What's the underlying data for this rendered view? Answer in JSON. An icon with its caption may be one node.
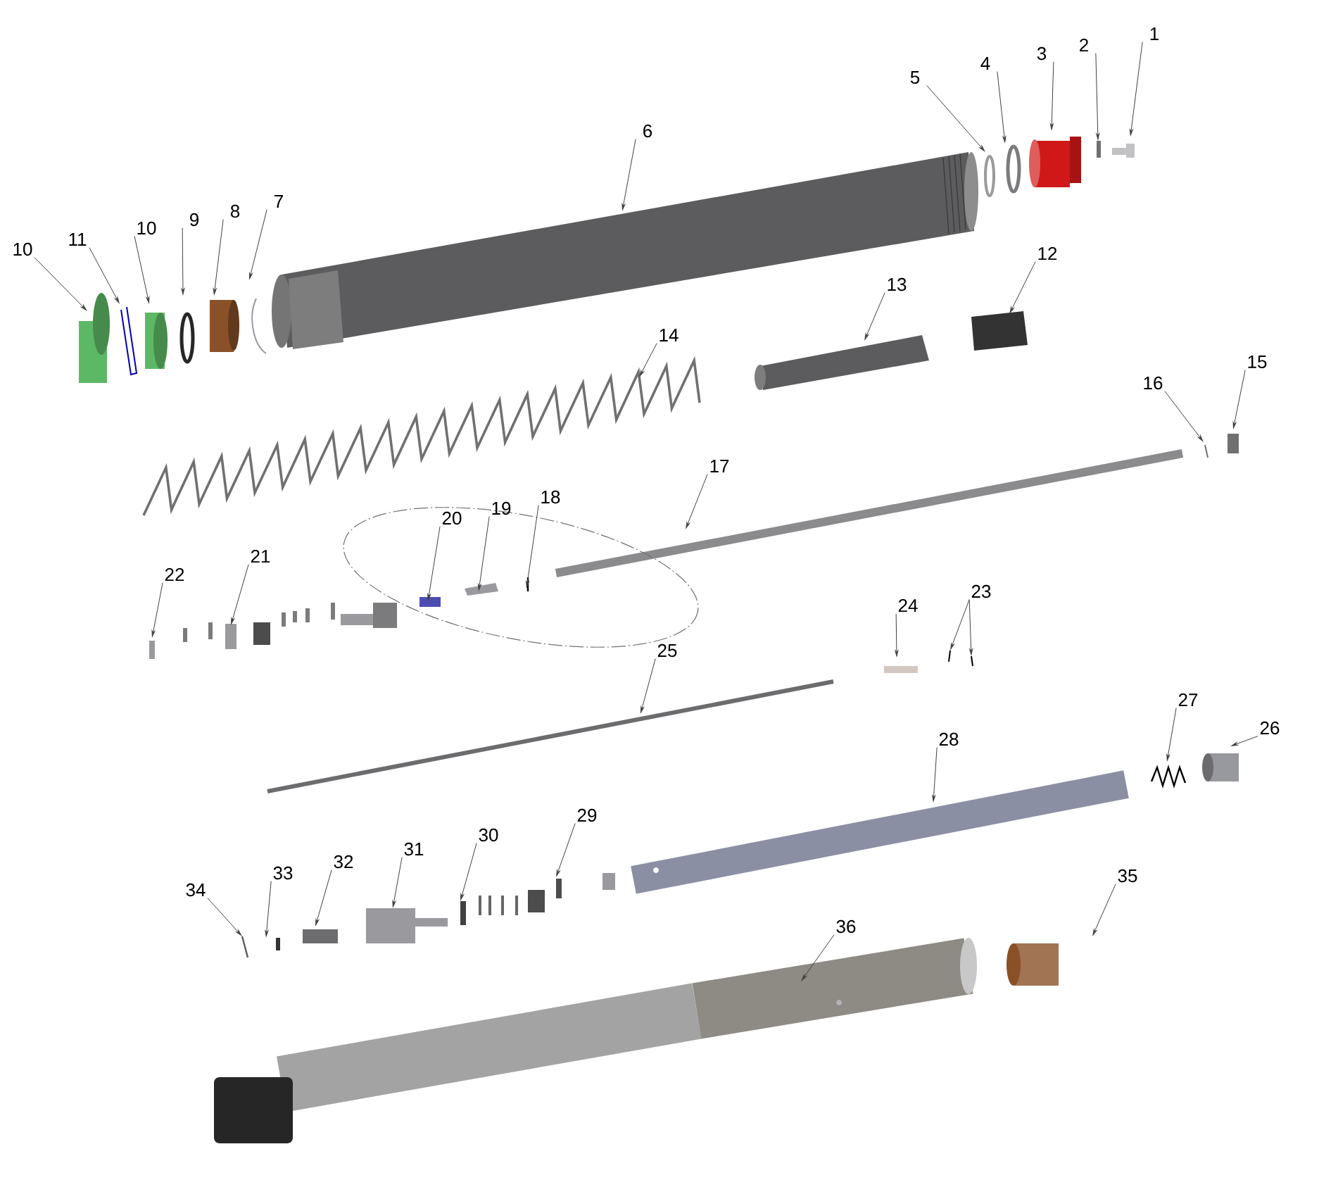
{
  "diagram": {
    "nodes": [
      {
        "text": [
          "1"
        ]
      },
      {
        "text": [
          "2"
        ]
      },
      {
        "text": [
          "3"
        ]
      },
      {
        "text": [
          "4"
        ]
      },
      {
        "text": [
          "5"
        ]
      },
      {
        "text": [
          "6"
        ]
      },
      {
        "text": [
          "7"
        ]
      },
      {
        "text": [
          "8"
        ]
      },
      {
        "text": [
          "9"
        ]
      },
      {
        "text": [
          "10"
        ]
      },
      {
        "text": [
          "11"
        ]
      },
      {
        "text": [
          "10"
        ]
      },
      {
        "text": [
          "12"
        ]
      },
      {
        "text": [
          "13"
        ]
      },
      {
        "text": [
          "14"
        ]
      },
      {
        "text": [
          "15"
        ]
      },
      {
        "text": [
          "16"
        ]
      },
      {
        "text": [
          "17"
        ]
      },
      {
        "text": [
          "18"
        ]
      },
      {
        "text": [
          "19"
        ]
      },
      {
        "text": [
          "20"
        ]
      },
      {
        "text": [
          "21"
        ]
      },
      {
        "text": [
          "22"
        ]
      },
      {
        "text": [
          "23"
        ]
      },
      {
        "text": [
          "24"
        ]
      },
      {
        "text": [
          "25"
        ]
      },
      {
        "text": [
          "26"
        ]
      },
      {
        "text": [
          "27"
        ]
      },
      {
        "text": [
          "28"
        ]
      },
      {
        "text": [
          "29"
        ]
      },
      {
        "text": [
          "30"
        ]
      },
      {
        "text": [
          "31"
        ]
      },
      {
        "text": [
          "32"
        ]
      },
      {
        "text": [
          "33"
        ]
      },
      {
        "text": [
          "34"
        ]
      },
      {
        "text": [
          "35"
        ]
      },
      {
        "text": [
          "36"
        ]
      }
    ],
    "edges": [
      {
        "from": 0,
        "to": null,
        "arrow": "to"
      },
      {
        "from": 1,
        "to": null,
        "arrow": "to"
      },
      {
        "from": 2,
        "to": null,
        "arrow": "to"
      },
      {
        "from": 3,
        "to": null,
        "arrow": "to"
      },
      {
        "from": 4,
        "to": null,
        "arrow": "to"
      },
      {
        "from": 5,
        "to": null,
        "arrow": "to"
      },
      {
        "from": 6,
        "to": null,
        "arrow": "to"
      },
      {
        "from": 7,
        "to": null,
        "arrow": "to"
      },
      {
        "from": 8,
        "to": null,
        "arrow": "to"
      },
      {
        "from": 9,
        "to": null,
        "arrow": "to"
      },
      {
        "from": 10,
        "to": null,
        "arrow": "to"
      },
      {
        "from": 11,
        "to": null,
        "arrow": "to"
      },
      {
        "from": 12,
        "to": null,
        "arrow": "to"
      },
      {
        "from": 13,
        "to": null,
        "arrow": "to"
      },
      {
        "from": 14,
        "to": null,
        "arrow": "to"
      },
      {
        "from": 15,
        "to": null,
        "arrow": "to"
      },
      {
        "from": 16,
        "to": null,
        "arrow": "to"
      },
      {
        "from": 17,
        "to": null,
        "arrow": "to"
      },
      {
        "from": 18,
        "to": null,
        "arrow": "to"
      },
      {
        "from": 19,
        "to": null,
        "arrow": "to"
      },
      {
        "from": 20,
        "to": null,
        "arrow": "to"
      },
      {
        "from": 21,
        "to": null,
        "arrow": "to"
      },
      {
        "from": 22,
        "to": null,
        "arrow": "to"
      },
      {
        "from": 23,
        "to": null,
        "arrow": "to"
      },
      {
        "from": 23,
        "to": null,
        "arrow": "to"
      },
      {
        "from": 24,
        "to": null,
        "arrow": "to"
      },
      {
        "from": 25,
        "to": null,
        "arrow": "to"
      },
      {
        "from": 26,
        "to": null,
        "arrow": "to"
      },
      {
        "from": 27,
        "to": null,
        "arrow": "to"
      },
      {
        "from": 28,
        "to": null,
        "arrow": "to"
      },
      {
        "from": 29,
        "to": null,
        "arrow": "to"
      },
      {
        "from": 30,
        "to": null,
        "arrow": "to"
      },
      {
        "from": 31,
        "to": null,
        "arrow": "to"
      },
      {
        "from": 32,
        "to": null,
        "arrow": "to"
      },
      {
        "from": 33,
        "to": null,
        "arrow": "to"
      },
      {
        "from": 34,
        "to": null,
        "arrow": "to"
      },
      {
        "from": 35,
        "to": null,
        "arrow": "to"
      },
      {
        "from": 36,
        "to": null,
        "arrow": "to"
      }
    ]
  }
}
